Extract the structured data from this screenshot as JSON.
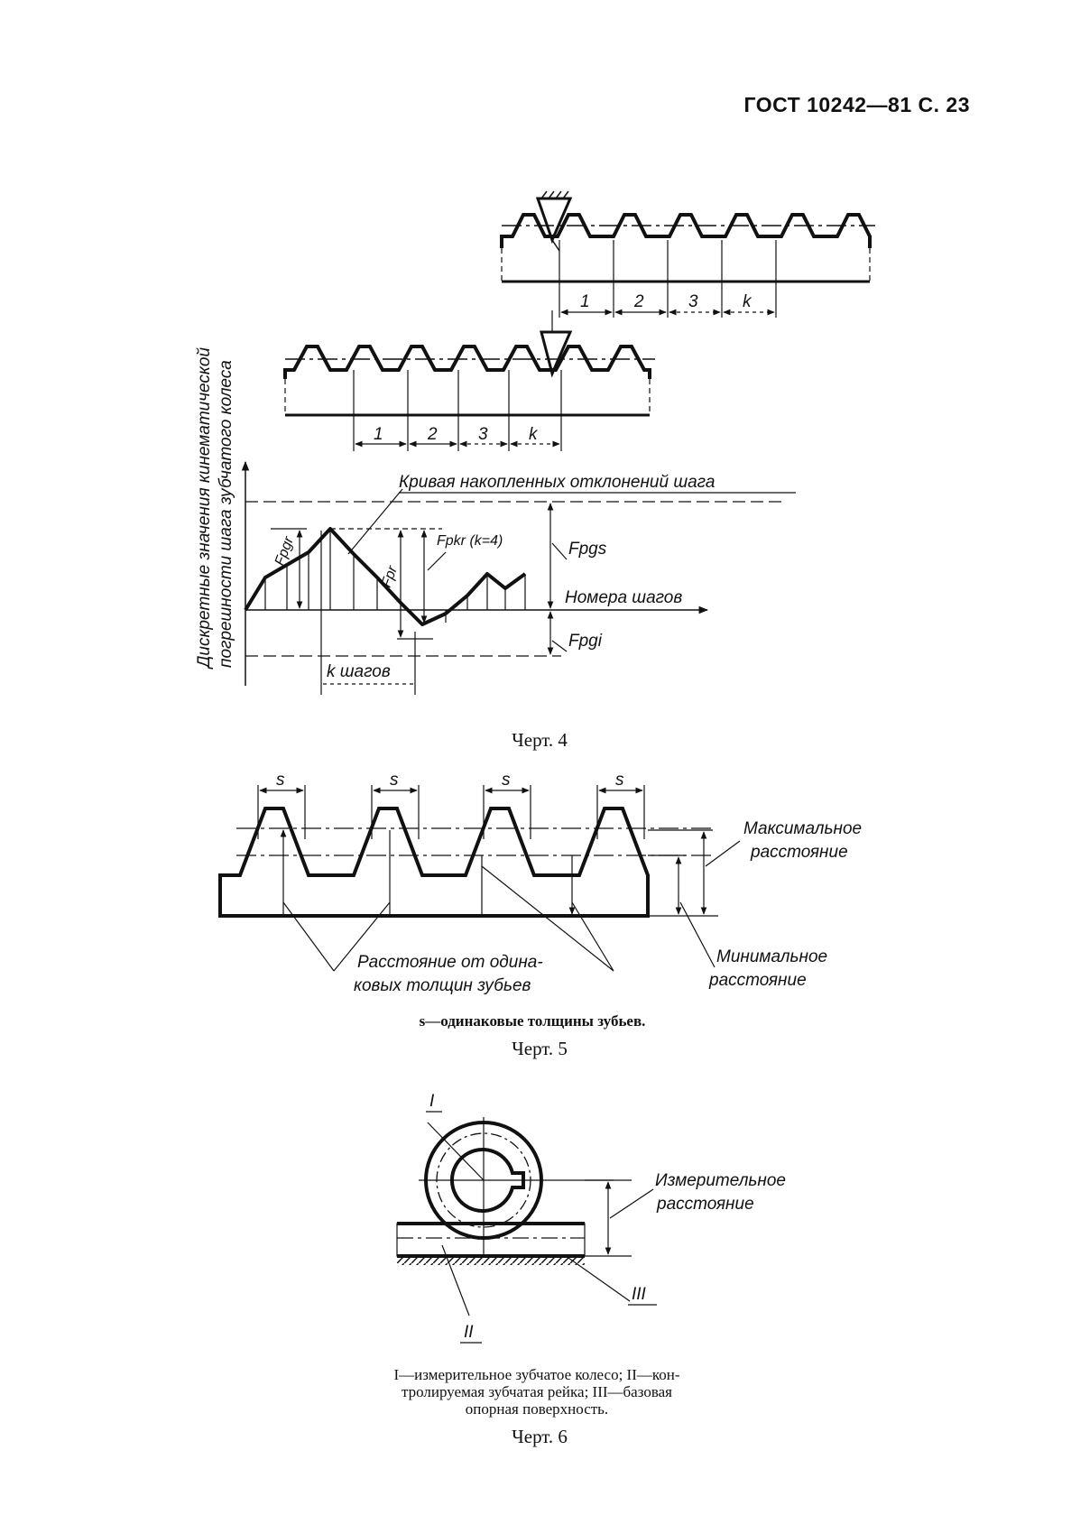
{
  "header": {
    "doc": "ГОСТ 10242—81",
    "page": "С. 23"
  },
  "fig4": {
    "caption": "Черт. 4",
    "ylabel_line1": "Дискретные значения кинематической",
    "ylabel_line2": "погрешности шага зубчатого колеса",
    "curve_label": "Кривая накопленных отклонений шага",
    "xlabel": "Номера шагов",
    "k_steps": "k шагов",
    "F_pgr": "Fpgr",
    "F_pr": "Fpr",
    "F_pkr": "Fpkr (k=4)",
    "F_pgs": "Fpgs",
    "F_pgi": "Fpgi",
    "n1": "1",
    "n2": "2",
    "n3": "3",
    "nk": "k"
  },
  "fig5": {
    "caption": "Черт. 5",
    "s": "s",
    "note": "s—одинаковые толщины зубьев.",
    "max1": "Максимальное",
    "max2": "расстояние",
    "min1": "Минимальное",
    "min2": "расстояние",
    "eq1": "Расстояние от одина-",
    "eq2": "ковых толщин зубьев"
  },
  "fig6": {
    "caption": "Черт. 6",
    "I": "I",
    "II": "II",
    "III": "III",
    "meas1": "Измерительное",
    "meas2": "расстояние",
    "note1": "I—измерительное зубчатое колесо; II—кон-",
    "note2": "тролируемая зубчатая рейка; III—базовая",
    "note3": "опорная поверхность."
  }
}
